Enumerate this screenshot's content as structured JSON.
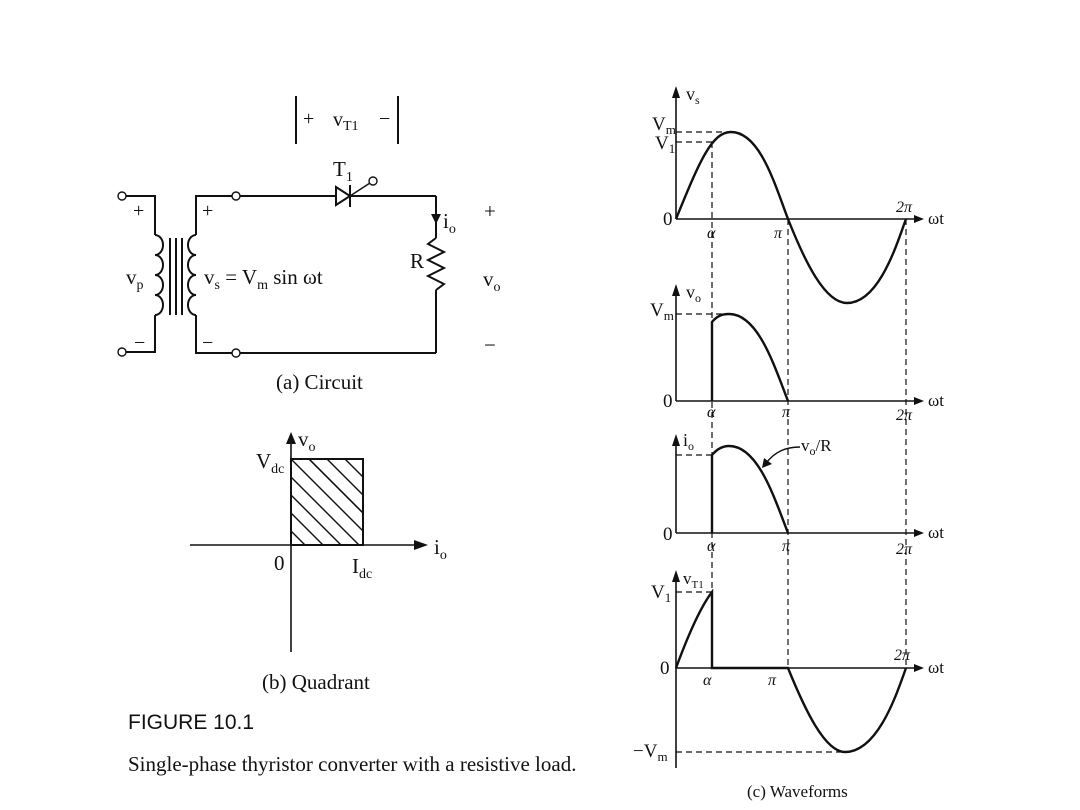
{
  "circuit": {
    "vt1_plus": "+",
    "vt1_label": "v",
    "vt1_sub": "T1",
    "vt1_minus": "−",
    "thyristor_label": "T",
    "thyristor_sub": "1",
    "primary_plus": "+",
    "primary_minus": "−",
    "secondary_plus": "+",
    "secondary_minus": "−",
    "vp_label": "v",
    "vp_sub": "p",
    "vs_label": "v",
    "vs_sub": "s",
    "vs_eq": " = V",
    "vs_eq_sub": "m",
    "vs_eq_tail": " sin ωt",
    "io_label": "i",
    "io_sub": "o",
    "r_label": "R",
    "out_plus": "+",
    "out_minus": "−",
    "vo_label": "v",
    "vo_sub": "o",
    "caption": "(a) Circuit"
  },
  "quadrant": {
    "vo_label": "v",
    "vo_sub": "o",
    "vdc_label": "V",
    "vdc_sub": "dc",
    "zero_label": "0",
    "idc_label": "I",
    "idc_sub": "dc",
    "io_label": "i",
    "io_sub": "o",
    "caption": "(b) Quadrant"
  },
  "figure": {
    "number": "FIGURE 10.1",
    "caption": "Single-phase thyristor converter with a resistive load."
  },
  "waveforms": {
    "caption": "(c) Waveforms",
    "wt_label": "ωt",
    "zero_label": "0",
    "alpha_label": "α",
    "pi_label": "π",
    "two_pi_label": "2π",
    "vs": {
      "axis": "v",
      "axis_sub": "s",
      "vm": "V",
      "vm_sub": "m",
      "v1": "V",
      "v1_sub": "1"
    },
    "vo": {
      "axis": "v",
      "axis_sub": "o",
      "vm": "V",
      "vm_sub": "m"
    },
    "io": {
      "axis": "i",
      "axis_sub": "o",
      "annot": "v",
      "annot_sub": "o",
      "annot_tail": "/R"
    },
    "vt1": {
      "axis": "v",
      "axis_sub": "T1",
      "v1": "V",
      "v1_sub": "1",
      "neg_vm": "−V",
      "neg_vm_sub": "m"
    }
  }
}
